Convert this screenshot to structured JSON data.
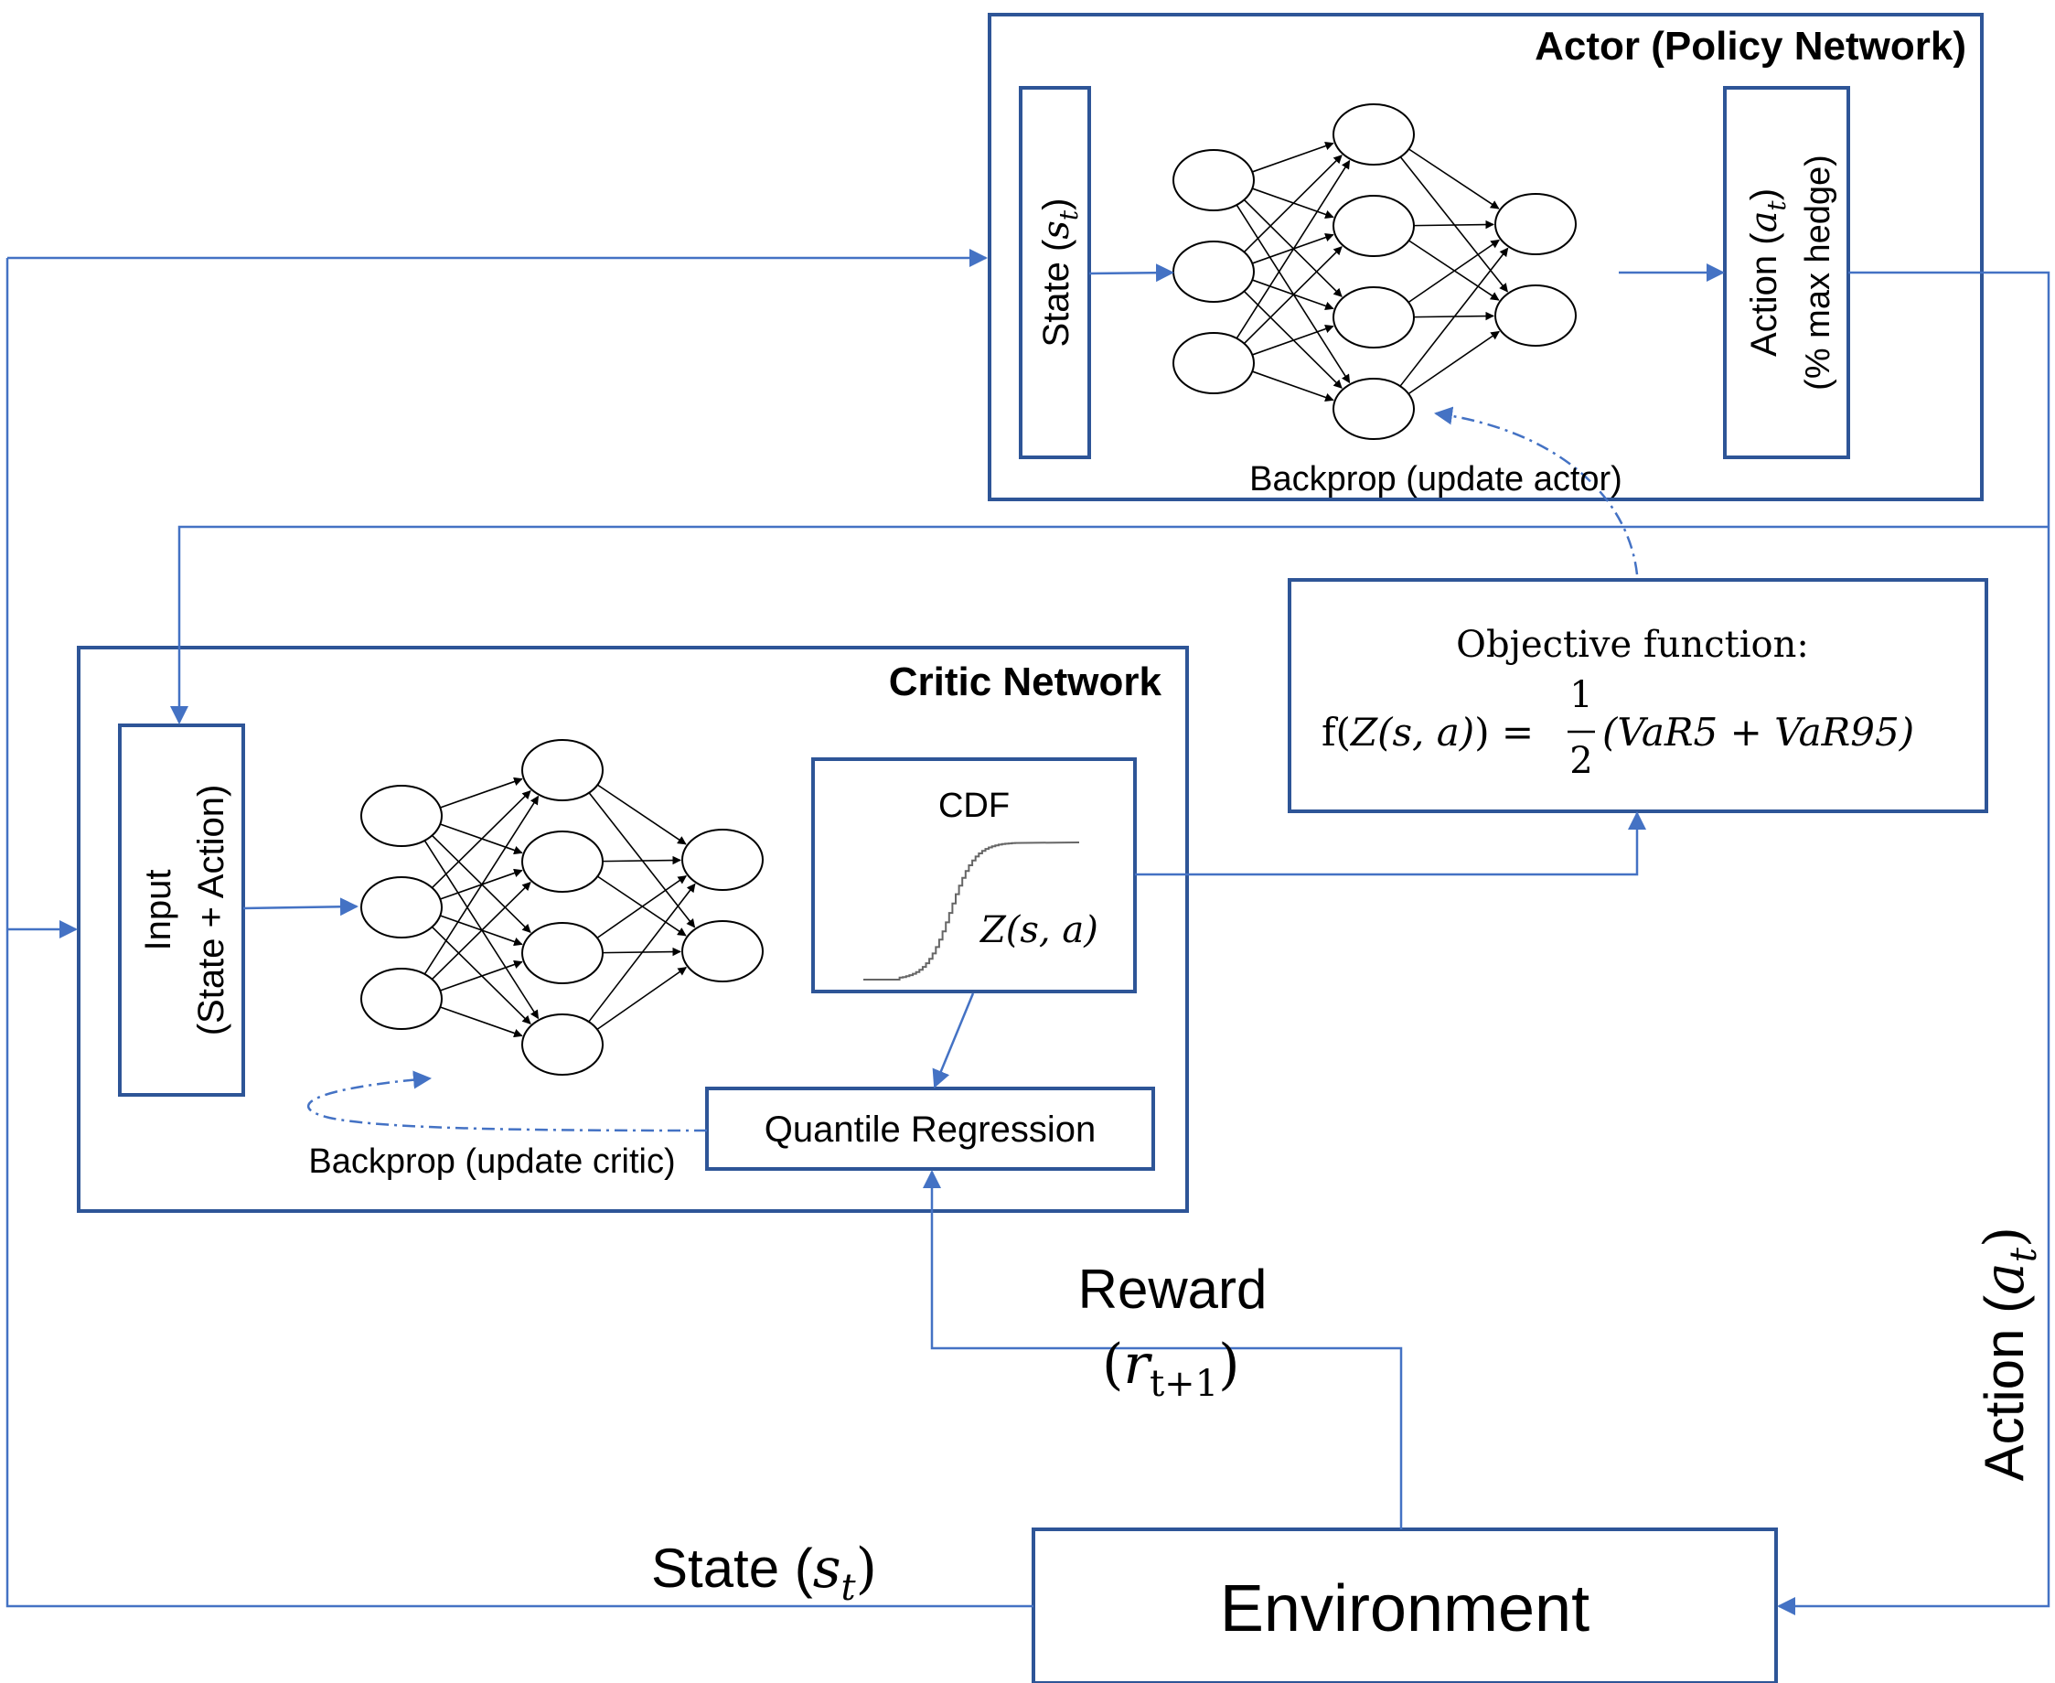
{
  "actor": {
    "title": "Actor (Policy Network)",
    "state_label": "State (",
    "state_sym": "s",
    "state_sub": "t",
    "state_close": ")",
    "action_label": "Action (",
    "action_sym": "a",
    "action_sub": "t",
    "action_close": ")",
    "action_sub2": "(% max hedge)",
    "backprop": "Backprop (update actor)"
  },
  "critic": {
    "title": "Critic Network",
    "input_line1": "Input",
    "input_line2": "(State + Action)",
    "cdf_title": "CDF",
    "cdf_label": "Z(s, a)",
    "quantile": "Quantile Regression",
    "backprop": "Backprop (update critic)"
  },
  "objective": {
    "title": "Objective function:",
    "lhs_f": "f(",
    "lhs_z": "Z(s, a)",
    "lhs_close": ") =",
    "frac_num": "1",
    "frac_den": "2",
    "rhs": "(VaR5 + VaR95)"
  },
  "environment": {
    "label": "Environment"
  },
  "reward": {
    "label": "Reward",
    "sym": "r",
    "sub": "t+1"
  },
  "state_bottom": {
    "label": "State (",
    "sym": "s",
    "sub": "t",
    "close": ")"
  },
  "action_right": {
    "label": "Action (",
    "sym": "a",
    "sub": "t",
    "close": ")"
  },
  "colors": {
    "box": "#2e5597",
    "arrow": "#4472c4",
    "line": "#000000"
  }
}
